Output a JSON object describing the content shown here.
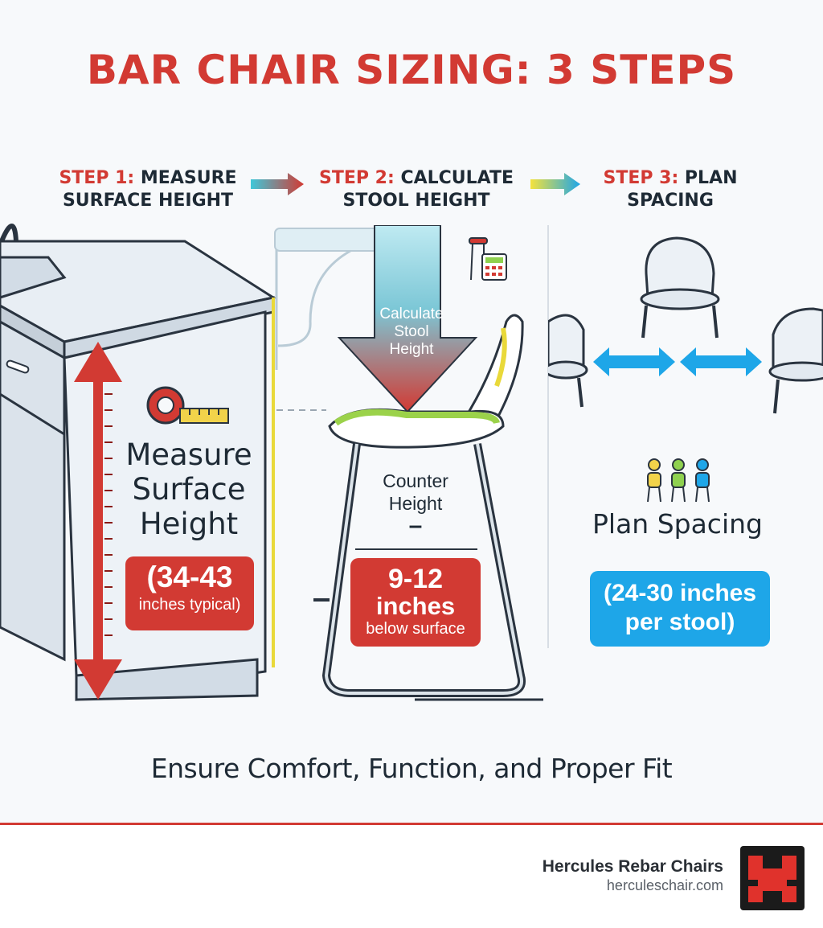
{
  "title": "BAR CHAIR SIZING: 3 STEPS",
  "steps": [
    {
      "num": "STEP 1:",
      "line1": "MEASURE",
      "line2": "SURFACE HEIGHT"
    },
    {
      "num": "STEP 2:",
      "line1": "CALCULATE",
      "line2": "STOOL HEIGHT"
    },
    {
      "num": "STEP 3:",
      "line1": "PLAN",
      "line2": "SPACING"
    }
  ],
  "panel1": {
    "heading_lines": [
      "Measure",
      "Surface",
      "Height"
    ],
    "badge_line1": "(34-43",
    "badge_line2": "inches typical)"
  },
  "panel2": {
    "arrow_lines": [
      "Calculate",
      "Stool",
      "Height"
    ],
    "counter_lines": [
      "Counter",
      "Height"
    ],
    "dash": "–",
    "badge_line1": "9-12",
    "badge_line2": "inches",
    "badge_line3": "below surface"
  },
  "panel3": {
    "heading": "Plan Spacing",
    "badge_line1": "(24-30 inches",
    "badge_line2": "per stool)"
  },
  "tagline": "Ensure Comfort, Function, and Proper Fit",
  "brand": {
    "name": "Hercules Rebar Chairs",
    "url": "herculeschair.com"
  },
  "colors": {
    "accent_red": "#d23a33",
    "accent_blue": "#1ea6e8",
    "dark_text": "#1e2a35"
  }
}
